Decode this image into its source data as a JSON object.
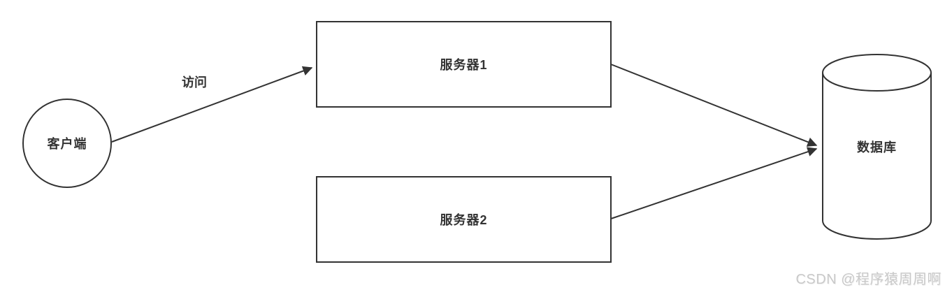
{
  "diagram": {
    "title": "client-server-database architecture",
    "nodes": {
      "client": {
        "label": "客户端",
        "shape": "circle"
      },
      "server1": {
        "label": "服务器1",
        "shape": "rectangle"
      },
      "server2": {
        "label": "服务器2",
        "shape": "rectangle"
      },
      "database": {
        "label": "数据库",
        "shape": "cylinder"
      }
    },
    "edges": [
      {
        "from": "client",
        "to": "server1",
        "label": "访问"
      },
      {
        "from": "server1",
        "to": "database",
        "label": ""
      },
      {
        "from": "server2",
        "to": "database",
        "label": ""
      }
    ],
    "colors": {
      "stroke": "#333333",
      "text": "#333333",
      "background": "#ffffff",
      "watermark": "#c9c9c9"
    }
  },
  "watermark": {
    "text": "CSDN @程序猿周周啊"
  }
}
